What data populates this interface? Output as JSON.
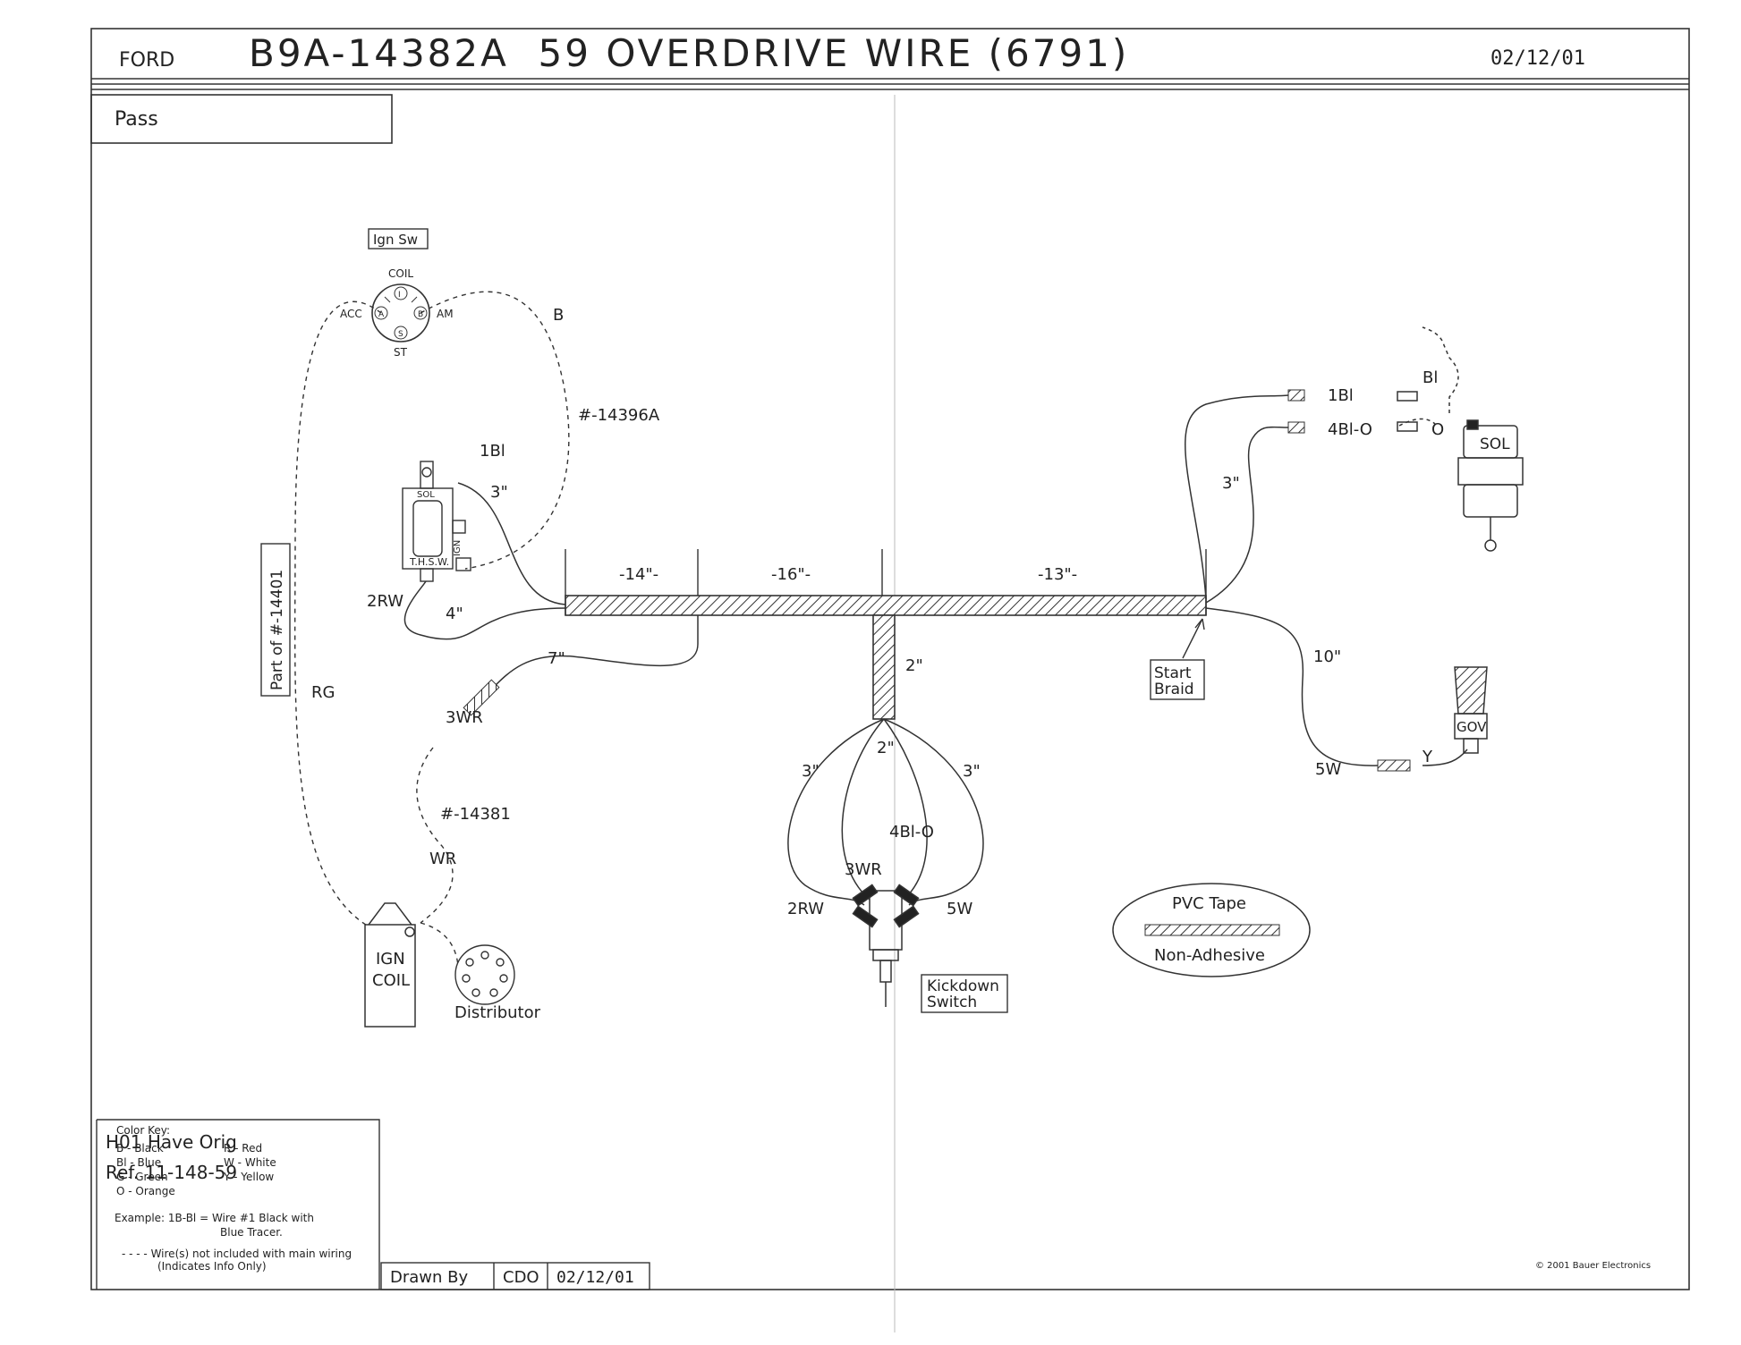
{
  "header": {
    "make": "FORD",
    "title": "B9A-14382A  59 OVERDRIVE WIRE (6791)",
    "date": "02/12/01",
    "side": "Pass"
  },
  "ign_switch": {
    "label": "Ign Sw",
    "terminals": {
      "coil": "COIL",
      "acc": "ACC",
      "am": "AM",
      "st": "ST"
    },
    "pins": {
      "i": "I",
      "a": "A",
      "b": "B",
      "s": "S"
    }
  },
  "throttle_switch": {
    "label": "T.H.S.W.",
    "sol": "SOL",
    "ign": "IGN"
  },
  "labels": {
    "wire_b": "B",
    "part_14396a": "#-14396A",
    "wire_1bl_left": "1Bl",
    "len_3in_ths": "3\"",
    "wire_2rw_left": "2RW",
    "len_4in": "4\"",
    "len_7in": "7\"",
    "wire_3wr_left": "3WR",
    "part_14381": "#-14381",
    "wire_wr": "WR",
    "wire_rg": "RG",
    "part_of_14401": "Part of #-14401",
    "seg_14": "-14\"-",
    "seg_16": "-16\"-",
    "seg_13": "-13\"-",
    "len_2in_drop": "2\"",
    "len_2in_fan": "2\"",
    "len_3in_fan_left": "3\"",
    "len_3in_fan_right": "3\"",
    "wire_4bl_o_mid": "4Bl-O",
    "wire_3wr_mid": "3WR",
    "wire_2rw_mid": "2RW",
    "wire_5w_mid": "5W",
    "kickdown_switch": [
      "Kickdown",
      "Switch"
    ],
    "start_braid": [
      "Start",
      "Braid"
    ],
    "len_3in_right": "3\"",
    "wire_1bl_right": "1Bl",
    "wire_4bl_o_right": "4Bl-O",
    "sol_bl": "Bl",
    "sol_o": "O",
    "sol": "SOL",
    "len_10in": "10\"",
    "wire_5w_right": "5W",
    "wire_y": "Y",
    "gov": "GOV",
    "ign_coil": [
      "IGN",
      "COIL"
    ],
    "distributor": "Distributor",
    "pvc_tape": "PVC Tape",
    "non_adhesive": "Non-Adhesive",
    "copyright": "© 2001 Bauer Electronics"
  },
  "color_key": {
    "title": "Color Key:",
    "entries": [
      "B - Black",
      "R - Red",
      "Bl - Blue",
      "W - White",
      "G - Green",
      "Y - Yellow",
      "O - Orange"
    ],
    "example": [
      "Example: 1B-Bl = Wire #1 Black with",
      "Blue Tracer."
    ],
    "dashed_note": [
      "- - - - Wire(s) not included with main wiring",
      "(Indicates Info Only)"
    ],
    "handwritten": [
      "H01 Have Orig",
      "Ref. 11-148-59"
    ]
  },
  "title_block": {
    "drawn_by_label": "Drawn By",
    "drawn_by": "CDO",
    "date": "02/12/01"
  }
}
